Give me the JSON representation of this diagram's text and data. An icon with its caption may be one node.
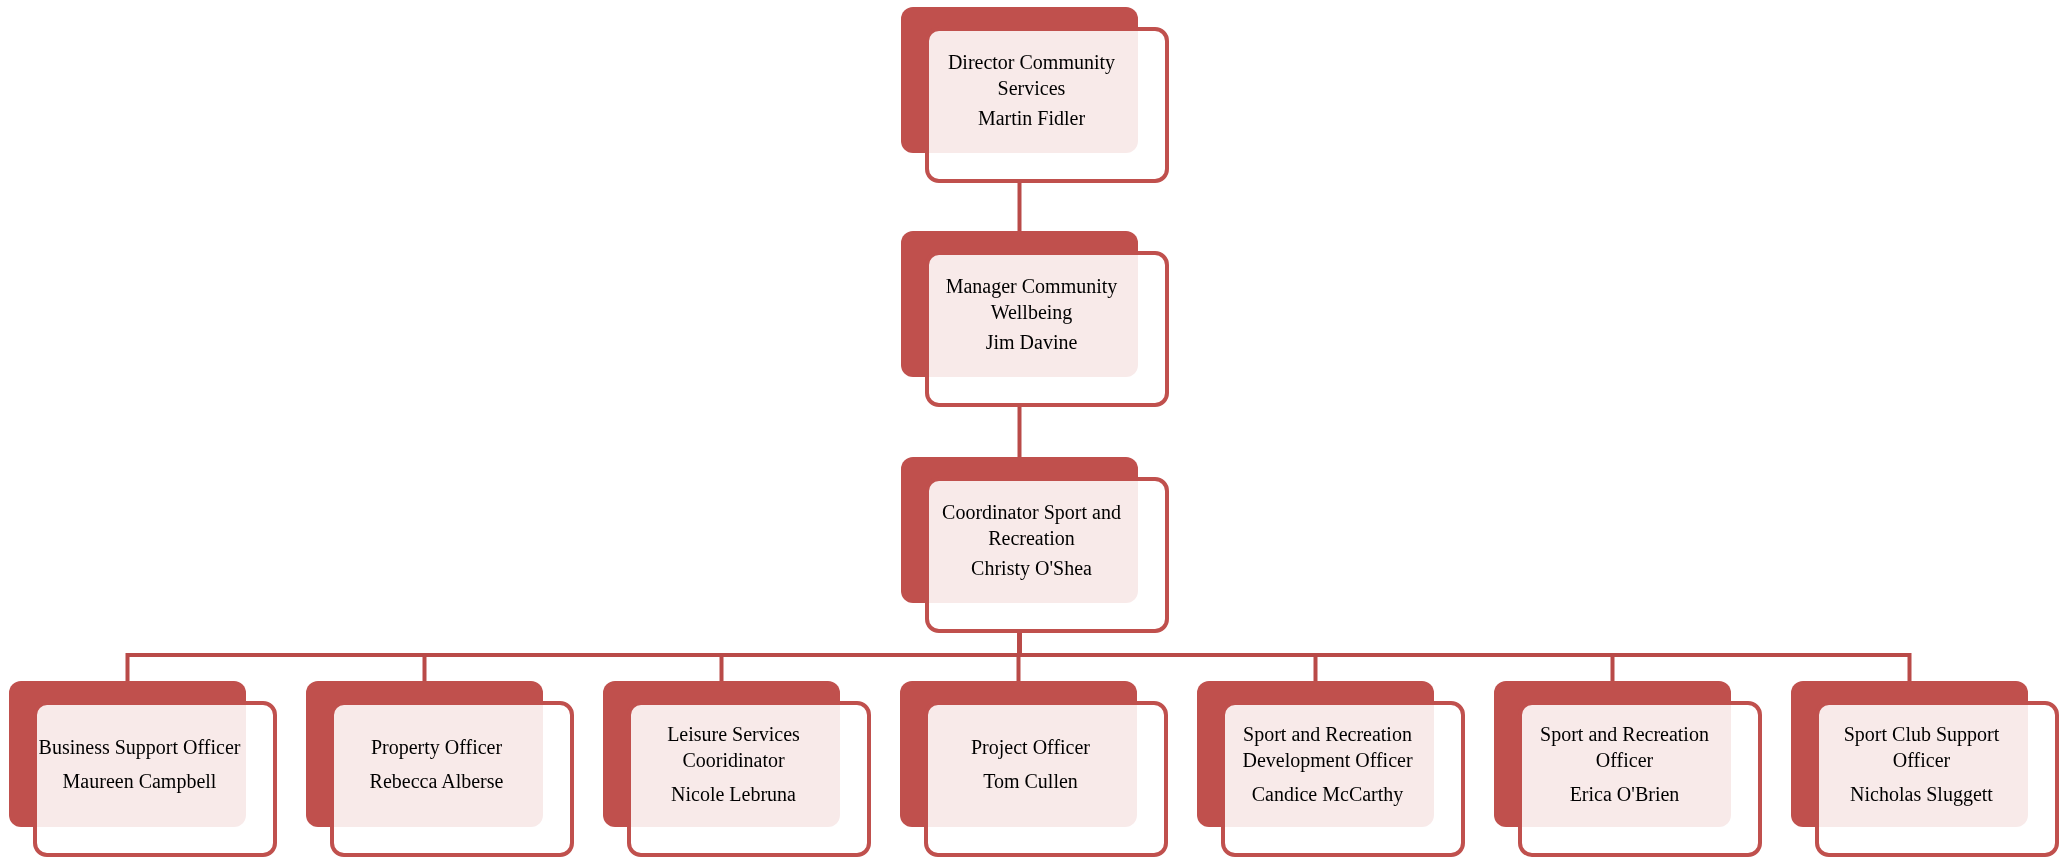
{
  "diagram": {
    "nodes": [
      {
        "text": [
          "Director Community Services",
          "Martin Fidler"
        ]
      },
      {
        "text": [
          "Manager Community Wellbeing",
          "Jim Davine"
        ]
      },
      {
        "text": [
          "Coordinator Sport and Recreation",
          "Christy O'Shea"
        ]
      },
      {
        "text": [
          "Business Support Officer",
          "Maureen Campbell"
        ]
      },
      {
        "text": [
          "Property Officer",
          "Rebecca Alberse"
        ]
      },
      {
        "text": [
          "Leisure Services Cooridinator",
          "Nicole Lebruna"
        ]
      },
      {
        "text": [
          "Project Officer",
          "Tom Cullen"
        ]
      },
      {
        "text": [
          "Sport and Recreation Development Officer",
          "Candice McCarthy"
        ]
      },
      {
        "text": [
          "Sport and Recreation Officer",
          "Erica O'Brien"
        ]
      },
      {
        "text": [
          "Sport Club Support Officer",
          "Nicholas Sluggett"
        ]
      }
    ],
    "edges": [
      {
        "from": 0,
        "to": 1,
        "arrow": "none"
      },
      {
        "from": 1,
        "to": 2,
        "arrow": "none"
      },
      {
        "from": 2,
        "to": 3,
        "arrow": "none"
      },
      {
        "from": 2,
        "to": 4,
        "arrow": "none"
      },
      {
        "from": 2,
        "to": 5,
        "arrow": "none"
      },
      {
        "from": 2,
        "to": 6,
        "arrow": "none"
      },
      {
        "from": 2,
        "to": 7,
        "arrow": "none"
      },
      {
        "from": 2,
        "to": 8,
        "arrow": "none"
      },
      {
        "from": 2,
        "to": 9,
        "arrow": "none"
      }
    ]
  }
}
